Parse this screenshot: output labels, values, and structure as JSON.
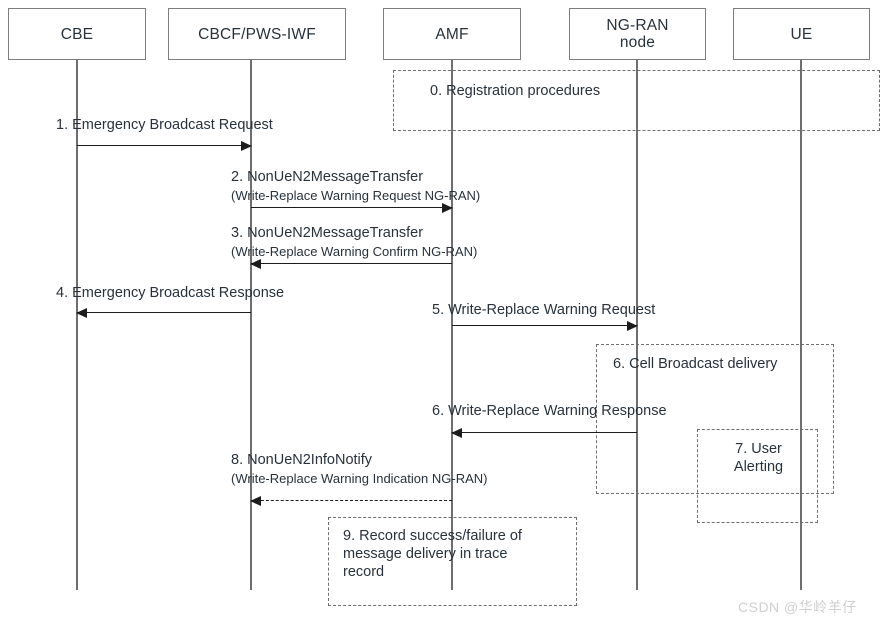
{
  "diagram": {
    "title": "PWS / Emergency Broadcast sequence (5G)",
    "type": "sequence-diagram",
    "watermark": "CSDN @华岭羊仔",
    "actors": [
      {
        "id": "cbe",
        "label": "CBE"
      },
      {
        "id": "cbcf",
        "label": "CBCF/PWS-IWF"
      },
      {
        "id": "amf",
        "label": "AMF"
      },
      {
        "id": "ngran",
        "label": "NG-RAN\nnode"
      },
      {
        "id": "ue",
        "label": "UE"
      }
    ],
    "messages": [
      {
        "num": "1.",
        "label": "1. Emergency Broadcast Request",
        "sub": "",
        "from": "cbe",
        "to": "cbcf",
        "style": "solid",
        "dir": "right"
      },
      {
        "num": "2.",
        "label": "2. NonUeN2MessageTransfer",
        "sub": "(Write-Replace Warning Request NG-RAN)",
        "from": "cbcf",
        "to": "amf",
        "style": "solid",
        "dir": "right"
      },
      {
        "num": "3.",
        "label": "3. NonUeN2MessageTransfer",
        "sub": "(Write-Replace Warning Confirm NG-RAN)",
        "from": "amf",
        "to": "cbcf",
        "style": "solid",
        "dir": "left"
      },
      {
        "num": "4.",
        "label": "4. Emergency Broadcast Response",
        "sub": "",
        "from": "cbcf",
        "to": "cbe",
        "style": "solid",
        "dir": "left"
      },
      {
        "num": "5.",
        "label": "5. Write-Replace Warning Request",
        "sub": "",
        "from": "amf",
        "to": "ngran",
        "style": "solid",
        "dir": "right"
      },
      {
        "num": "6.",
        "label": "6. Write-Replace Warning Response",
        "sub": "",
        "from": "ngran",
        "to": "amf",
        "style": "solid",
        "dir": "left"
      },
      {
        "num": "8.",
        "label": "8. NonUeN2InfoNotify",
        "sub": "(Write-Replace Warning Indication NG-RAN)",
        "from": "amf",
        "to": "cbcf",
        "style": "dashed",
        "dir": "left"
      }
    ],
    "notes": [
      {
        "id": "note0",
        "label": "0. Registration procedures"
      },
      {
        "id": "note6",
        "label": "6. Cell Broadcast delivery"
      },
      {
        "id": "note7",
        "label": "7. User\nAlerting"
      },
      {
        "id": "note9",
        "label": "9. Record success/failure of\nmessage delivery in trace\nrecord"
      }
    ]
  }
}
